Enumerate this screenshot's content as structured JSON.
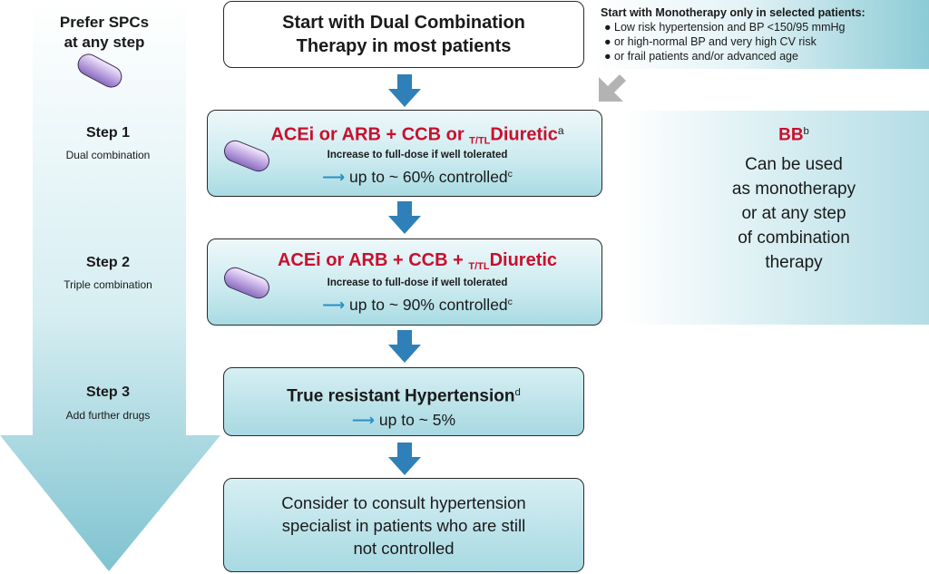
{
  "left_column": {
    "title_line1": "Prefer SPCs",
    "title_line2": "at any step",
    "steps": [
      {
        "label": "Step 1",
        "sub": "Dual combination"
      },
      {
        "label": "Step 2",
        "sub": "Triple combination"
      },
      {
        "label": "Step 3",
        "sub": "Add further drugs"
      }
    ]
  },
  "boxes": {
    "start": {
      "line1": "Start with Dual Combination",
      "line2": "Therapy in most patients"
    },
    "step1": {
      "main_pre": "ACEi or ARB + CCB or ",
      "sub": "T/TL",
      "main_post": "Diuretic",
      "sup": "a",
      "note": "Increase to full-dose if well tolerated",
      "arrow": "⟶",
      "result": "up to ~ 60% controlled",
      "result_sup": "c"
    },
    "step2": {
      "main_pre": "ACEi or ARB + CCB + ",
      "sub": "T/TL",
      "main_post": "Diuretic",
      "note": "Increase to full-dose if well tolerated",
      "arrow": "⟶",
      "result": "up to ~ 90% controlled",
      "result_sup": "c"
    },
    "step3": {
      "title": "True resistant Hypertension",
      "title_sup": "d",
      "arrow": "⟶",
      "result": "up to ~ 5%"
    },
    "final": {
      "line1": "Consider to consult hypertension",
      "line2": "specialist in patients who are still",
      "line3": "not controlled"
    }
  },
  "monotherapy": {
    "heading": "Start with Monotherapy only in selected patients:",
    "bullets": [
      "Low risk hypertension and BP <150/95 mmHg",
      "or high-normal BP and very high CV risk",
      "or  frail patients and/or advanced age"
    ]
  },
  "bb": {
    "label": "BB",
    "sup": "b",
    "lines": [
      "Can be used",
      "as monotherapy",
      "or at any step",
      "of combination",
      "therapy"
    ]
  },
  "colors": {
    "accent_red": "#c8102e",
    "arrow_blue": "#2f80b8",
    "teal": "#a9dbe3",
    "pill_purple": "#b39ddb"
  },
  "icons": {
    "pill": "pill-icon",
    "down_arrow": "down-arrow-icon",
    "right_arrow": "right-arrow-icon",
    "diagonal_arrow": "diagonal-arrow-icon"
  }
}
